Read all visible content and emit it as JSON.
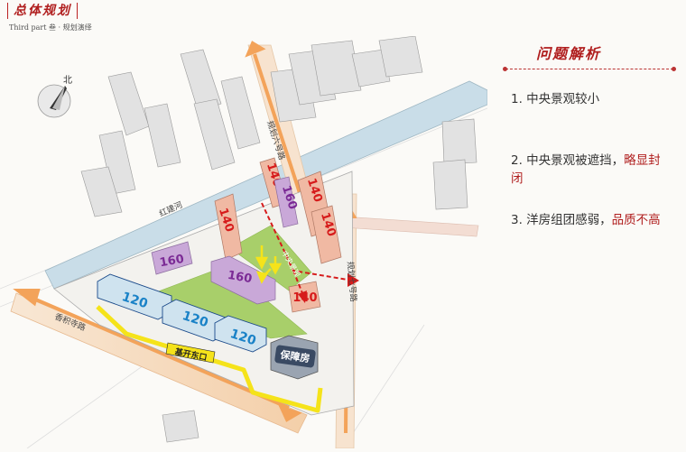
{
  "header": {
    "title": "总体规划",
    "subtitle": "Third part 叁 · 规划演绎"
  },
  "analysis": {
    "title": "问题解析",
    "points": [
      {
        "main": "1. 中央景观较小",
        "extra": ""
      },
      {
        "main": "2. 中央景观被遮挡，",
        "extra": "略显封闭"
      },
      {
        "main": "3. 洋房组团感弱，",
        "extra": "品质不高"
      }
    ]
  },
  "map": {
    "compass": "北",
    "roads": {
      "south": "香积寺路",
      "east": "规划七号路",
      "north": "规划六号路",
      "river": "红建河"
    },
    "landscape": "中央景观",
    "gate": "基开东口",
    "facility": "保障房",
    "buildings": [
      "140",
      "140",
      "160",
      "140",
      "140",
      "160",
      "160",
      "120",
      "120",
      "120",
      "140"
    ],
    "colors": {
      "high_rise": "#f0b9a3",
      "villa": "#c9a8d8",
      "low_rise": "#cfe3ef",
      "green": "#a8cf6a",
      "road": "#f6d6b8",
      "yellow": "#f5e31a",
      "red": "#d61b1b"
    }
  }
}
